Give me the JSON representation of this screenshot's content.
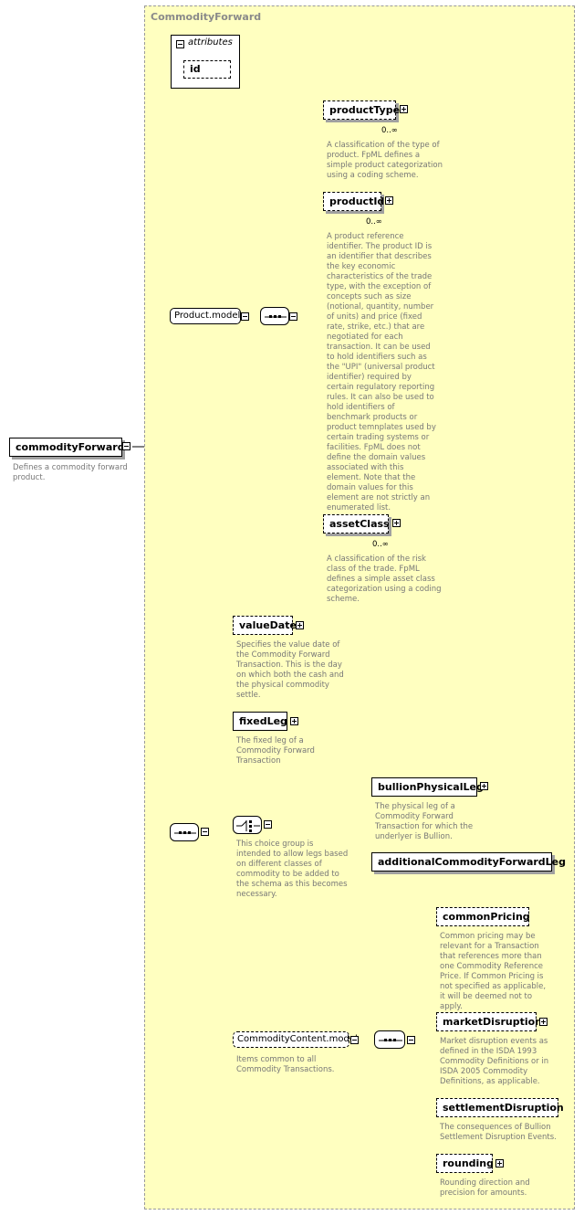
{
  "panel_title": "CommodityForward",
  "attributes": {
    "header": "attributes",
    "items": [
      "id"
    ]
  },
  "root": {
    "name": "commodityForward",
    "description": "Defines a commodity forward product."
  },
  "product_model": {
    "label": "Product.model",
    "elements": [
      {
        "name": "productType",
        "cardinality": "0..∞",
        "description": "A classification of the type of product. FpML defines a simple product categorization using a coding scheme."
      },
      {
        "name": "productId",
        "cardinality": "0..∞",
        "description": "A product reference identifier. The product ID is an identifier that describes the key economic characteristics of the trade type, with the exception of concepts such as size (notional, quantity, number of units) and price (fixed rate, strike, etc.) that are negotiated for each transaction. It can be used to hold identifiers such as the \"UPI\" (universal product identifier) required by certain regulatory reporting rules. It can also be used to hold identifiers of benchmark products or product temnplates used by certain trading systems or facilities. FpML does not define the domain values associated with this element. Note that the domain values for this element are not strictly an enumerated list."
      },
      {
        "name": "assetClass",
        "cardinality": "0..∞",
        "description": "A classification of the risk class of the trade. FpML defines a simple asset class categorization using a coding scheme."
      }
    ]
  },
  "value_date": {
    "name": "valueDate",
    "description": "Specifies the value date of the Commodity Forward Transaction. This is the day on which both the cash and the physical commodity settle."
  },
  "fixed_leg": {
    "name": "fixedLeg",
    "description": "The fixed leg of a Commodity Forward Transaction"
  },
  "choice": {
    "description": "This choice group is intended to allow legs based on different classes of commodity to be added to the schema as this becomes necessary.",
    "options": [
      {
        "name": "bullionPhysicalLeg",
        "description": "The physical leg of a Commodity Forward Transaction for which the underlyer is Bullion."
      },
      {
        "name": "additionalCommodityForwardLeg",
        "description": ""
      }
    ]
  },
  "commodity_content_model": {
    "label": "CommodityContent.model",
    "description": "Items common to all Commodity Transactions.",
    "elements": [
      {
        "name": "commonPricing",
        "description": "Common pricing may be relevant for a Transaction that references more than one Commodity Reference Price. If Common Pricing is not specified as applicable, it will be deemed not to apply."
      },
      {
        "name": "marketDisruption",
        "description": "Market disruption events as defined in the ISDA 1993 Commodity Definitions or in ISDA 2005 Commodity Definitions, as applicable."
      },
      {
        "name": "settlementDisruption",
        "description": "The consequences of Bullion Settlement Disruption Events."
      },
      {
        "name": "rounding",
        "description": "Rounding direction and precision for amounts."
      }
    ]
  }
}
